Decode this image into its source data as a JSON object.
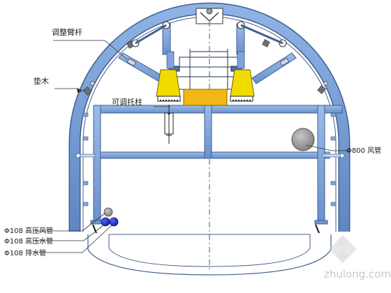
{
  "labels": {
    "adjust_arm": "调整臂杆",
    "pad_wood": "垫木",
    "adjustable_post": "可调托柱",
    "vent_pipe": "Φ800 风管",
    "hp_air_pipe": "Φ108 高压风管",
    "hp_water_pipe": "Φ108 高压水管",
    "drain_pipe": "Φ108 排水管"
  },
  "watermark": {
    "text": "zhulong.com"
  },
  "colors": {
    "steel_blue": "#6f97d2",
    "steel_dark": "#3f5f8f",
    "jack_yellow": "#f2dc00",
    "carriage_orange": "#f3b617",
    "vent_gray": "#8c8c8c",
    "pipe_blue": "#1c35c8"
  }
}
